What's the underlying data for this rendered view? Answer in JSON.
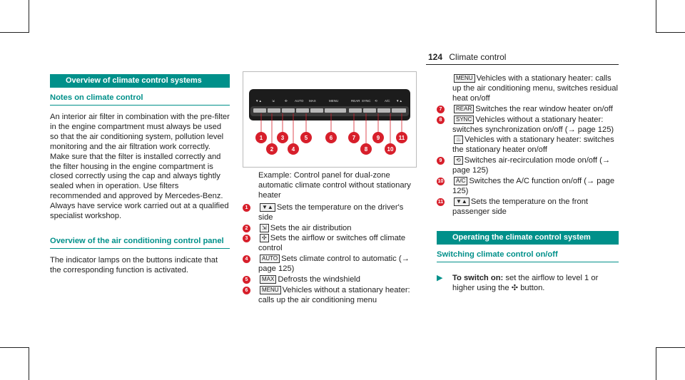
{
  "header": {
    "page_number": "124",
    "section": "Climate control"
  },
  "col1": {
    "bar_title": "Overview of climate control systems",
    "notes_heading": "Notes on climate control",
    "notes_para": "An interior air filter in combination with the pre-filter in the engine compartment must always be used so that the air conditioning system, pollution level monitoring and the air filtration work correctly. Make sure that the filter is installed correctly and the filter housing in the engine compartment is closed correctly using the cap and always tightly sealed when in operation. Use filters recommended and approved by Mercedes-Benz. Always have service work carried out at a qualified specialist workshop.",
    "overview_heading": "Overview of the air conditioning control panel",
    "overview_para": "The indicator lamps on the buttons indicate that the corresponding function is activated."
  },
  "figure": {
    "button_labels": [
      "AUTO",
      "SYNC",
      "A/C"
    ],
    "callouts": [
      "1",
      "2",
      "3",
      "4",
      "5",
      "6",
      "7",
      "8",
      "9",
      "10",
      "11"
    ]
  },
  "col2": {
    "caption": "Example: Control panel for dual-zone automatic climate control without stationary heater",
    "items": [
      {
        "num": "1",
        "sym": "▼▲",
        "text": "Sets the temperature on the driver's side"
      },
      {
        "num": "2",
        "sym": "⇲",
        "text": "Sets the air distribution"
      },
      {
        "num": "3",
        "sym": "✣",
        "text": "Sets the airflow or switches off climate control"
      },
      {
        "num": "4",
        "sym": "AUTO",
        "text": "Sets climate control to automatic (→ page 125)"
      },
      {
        "num": "5",
        "sym": "MAX",
        "text": "Defrosts the windshield"
      },
      {
        "num": "6",
        "sym": "MENU",
        "text": "Vehicles without a stationary heater: calls up the air conditioning menu"
      }
    ]
  },
  "col3": {
    "item6b": {
      "sym": "MENU",
      "text": "Vehicles with a stationary heater: calls up the air conditioning menu, switches residual heat on/off"
    },
    "items": [
      {
        "num": "7",
        "sym": "REAR",
        "text": "Switches the rear window heater on/off"
      },
      {
        "num": "8",
        "sym": "SYNC",
        "text": "Vehicles without a stationary heater: switches synchronization on/off (→ page 125)"
      },
      {
        "num": "",
        "sym": "♨",
        "text": "Vehicles with a stationary heater: switches the stationary heater on/off"
      },
      {
        "num": "9",
        "sym": "⟲",
        "text": "Switches air-recirculation mode on/off (→ page 125)"
      },
      {
        "num": "10",
        "sym": "A/C",
        "text": "Switches the A/C function on/off (→ page 125)"
      },
      {
        "num": "11",
        "sym": "▼▲",
        "text": "Sets the temperature on the front passenger side"
      }
    ],
    "bar_title": "Operating the climate control system",
    "sub_heading": "Switching climate control on/off",
    "step_label": "To switch on:",
    "step_text": "set the airflow to level 1 or higher using the ✣ button."
  }
}
